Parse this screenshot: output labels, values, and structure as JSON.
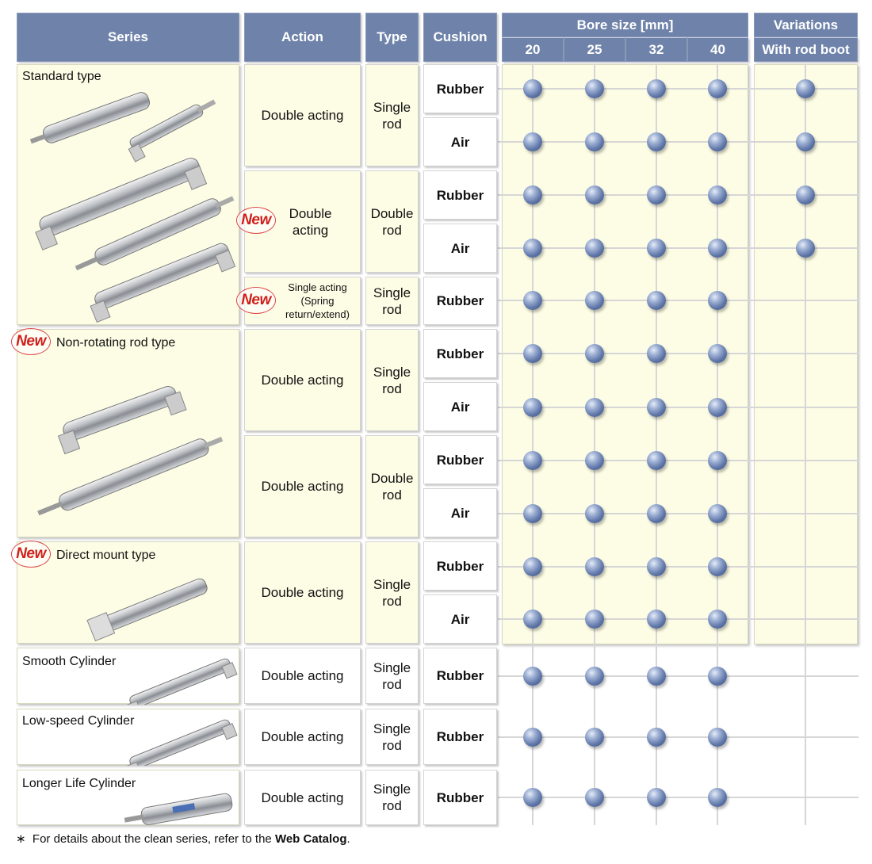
{
  "headers": {
    "series": "Series",
    "action": "Action",
    "type": "Type",
    "cushion": "Cushion",
    "bore_size": "Bore size [mm]",
    "bores": [
      "20",
      "25",
      "32",
      "40"
    ],
    "variations": "Variations",
    "with_rod_boot": "With rod boot"
  },
  "series": {
    "standard": "Standard type",
    "non_rotating": "Non-rotating rod type",
    "direct_mount": "Direct mount type",
    "smooth": "Smooth Cylinder",
    "low_speed": "Low-speed Cylinder",
    "longer_life": "Longer Life Cylinder",
    "new_badge": "New"
  },
  "actions": {
    "double_acting": "Double acting",
    "single_acting": "Single acting",
    "spring": "(Spring return/extend)"
  },
  "types": {
    "single_rod": "Single rod",
    "double_rod": "Double rod"
  },
  "cushions": {
    "rubber": "Rubber",
    "air": "Air"
  },
  "availability": [
    {
      "series": "Standard type",
      "action": "Double acting",
      "type": "Single rod",
      "cushion": "Rubber",
      "bores": [
        "20",
        "25",
        "32",
        "40"
      ],
      "rod_boot": true
    },
    {
      "series": "Standard type",
      "action": "Double acting",
      "type": "Single rod",
      "cushion": "Air",
      "bores": [
        "20",
        "25",
        "32",
        "40"
      ],
      "rod_boot": true
    },
    {
      "series": "Standard type",
      "action": "Double acting",
      "type": "Double rod",
      "cushion": "Rubber",
      "bores": [
        "20",
        "25",
        "32",
        "40"
      ],
      "rod_boot": true
    },
    {
      "series": "Standard type",
      "action": "Double acting",
      "type": "Double rod",
      "cushion": "Air",
      "bores": [
        "20",
        "25",
        "32",
        "40"
      ],
      "rod_boot": true
    },
    {
      "series": "Standard type",
      "action": "Single acting (Spring return/extend)",
      "type": "Single rod",
      "cushion": "Rubber",
      "bores": [
        "20",
        "25",
        "32",
        "40"
      ],
      "rod_boot": false
    },
    {
      "series": "Non-rotating rod type",
      "action": "Double acting",
      "type": "Single rod",
      "cushion": "Rubber",
      "bores": [
        "20",
        "25",
        "32",
        "40"
      ],
      "rod_boot": false
    },
    {
      "series": "Non-rotating rod type",
      "action": "Double acting",
      "type": "Single rod",
      "cushion": "Air",
      "bores": [
        "20",
        "25",
        "32",
        "40"
      ],
      "rod_boot": false
    },
    {
      "series": "Non-rotating rod type",
      "action": "Double acting",
      "type": "Double rod",
      "cushion": "Rubber",
      "bores": [
        "20",
        "25",
        "32",
        "40"
      ],
      "rod_boot": false
    },
    {
      "series": "Non-rotating rod type",
      "action": "Double acting",
      "type": "Double rod",
      "cushion": "Air",
      "bores": [
        "20",
        "25",
        "32",
        "40"
      ],
      "rod_boot": false
    },
    {
      "series": "Direct mount type",
      "action": "Double acting",
      "type": "Single rod",
      "cushion": "Rubber",
      "bores": [
        "20",
        "25",
        "32",
        "40"
      ],
      "rod_boot": false
    },
    {
      "series": "Direct mount type",
      "action": "Double acting",
      "type": "Single rod",
      "cushion": "Air",
      "bores": [
        "20",
        "25",
        "32",
        "40"
      ],
      "rod_boot": false
    },
    {
      "series": "Smooth Cylinder",
      "action": "Double acting",
      "type": "Single rod",
      "cushion": "Rubber",
      "bores": [
        "20",
        "25",
        "32",
        "40"
      ],
      "rod_boot": false
    },
    {
      "series": "Low-speed Cylinder",
      "action": "Double acting",
      "type": "Single rod",
      "cushion": "Rubber",
      "bores": [
        "20",
        "25",
        "32",
        "40"
      ],
      "rod_boot": false
    },
    {
      "series": "Longer Life Cylinder",
      "action": "Double acting",
      "type": "Single rod",
      "cushion": "Rubber",
      "bores": [
        "20",
        "25",
        "32",
        "40"
      ],
      "rod_boot": false
    }
  ],
  "footnote": {
    "mark": "∗",
    "text": "For details about the clean series, refer to the",
    "link": "Web Catalog",
    "end": "."
  },
  "colors": {
    "header": "#6f83aa",
    "cream": "#fdfde6",
    "ball": "#5f76a8",
    "new": "#d0201c"
  }
}
